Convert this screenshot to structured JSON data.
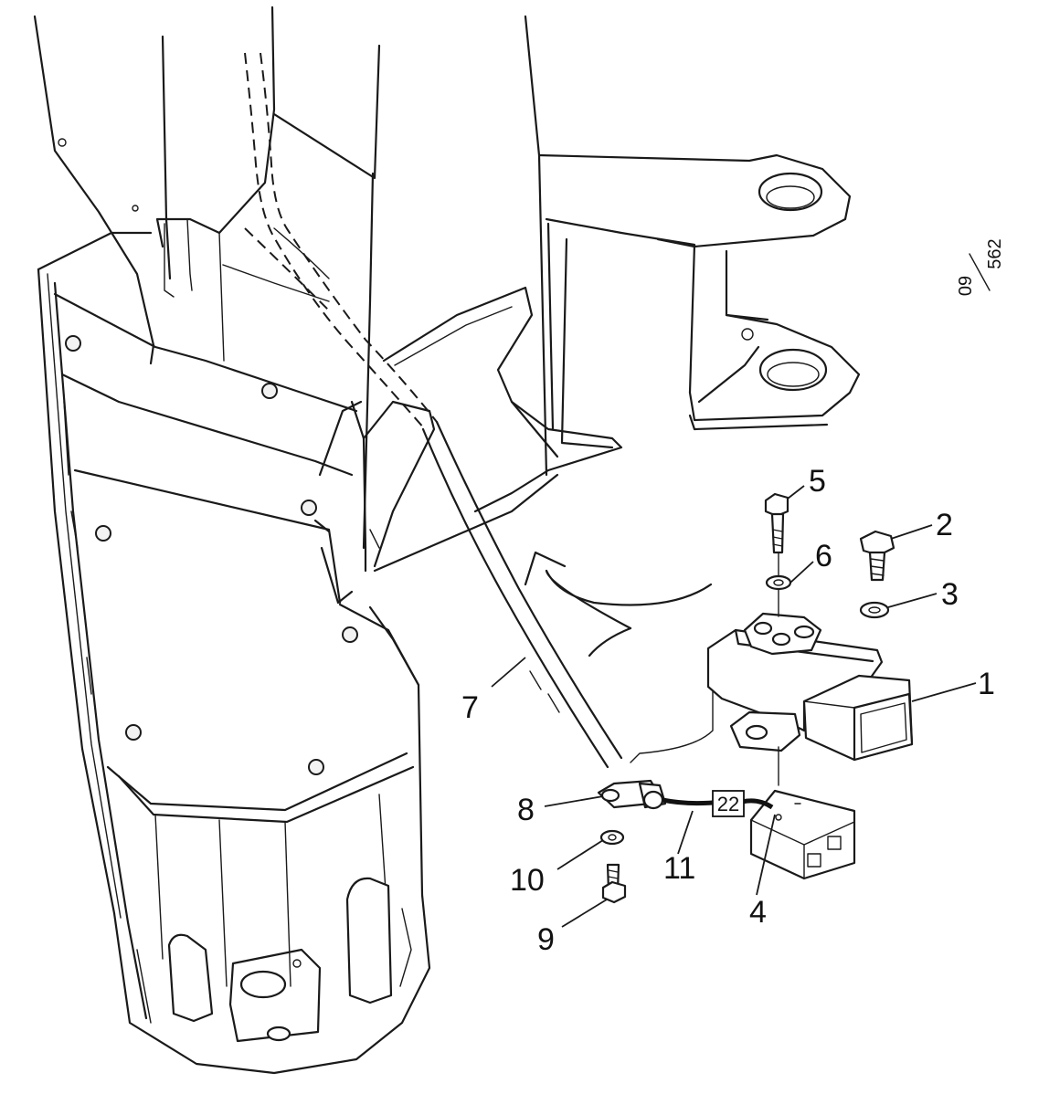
{
  "diagram": {
    "callouts": {
      "c1": "1",
      "c2": "2",
      "c3": "3",
      "c4": "4",
      "c5": "5",
      "c6": "6",
      "c7": "7",
      "c8": "8",
      "c9": "9",
      "c10": "10",
      "c11": "11"
    },
    "reference_box": "22",
    "doc_number": {
      "top": "09",
      "bottom": "562"
    }
  }
}
